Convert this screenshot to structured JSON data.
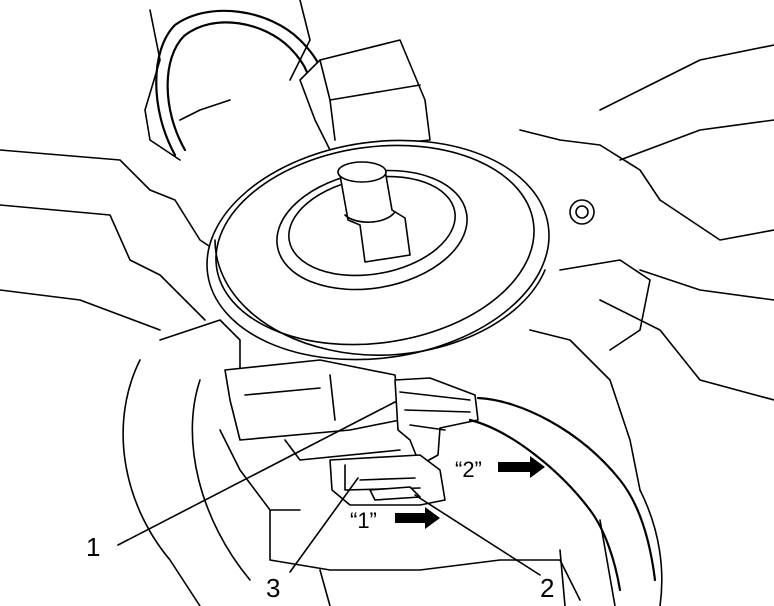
{
  "callouts": [
    {
      "id": "1",
      "label": "1"
    },
    {
      "id": "2",
      "label": "2"
    },
    {
      "id": "3",
      "label": "3"
    }
  ],
  "steps": [
    {
      "id": "1",
      "label": "“1”"
    },
    {
      "id": "2",
      "label": "“2”"
    }
  ]
}
